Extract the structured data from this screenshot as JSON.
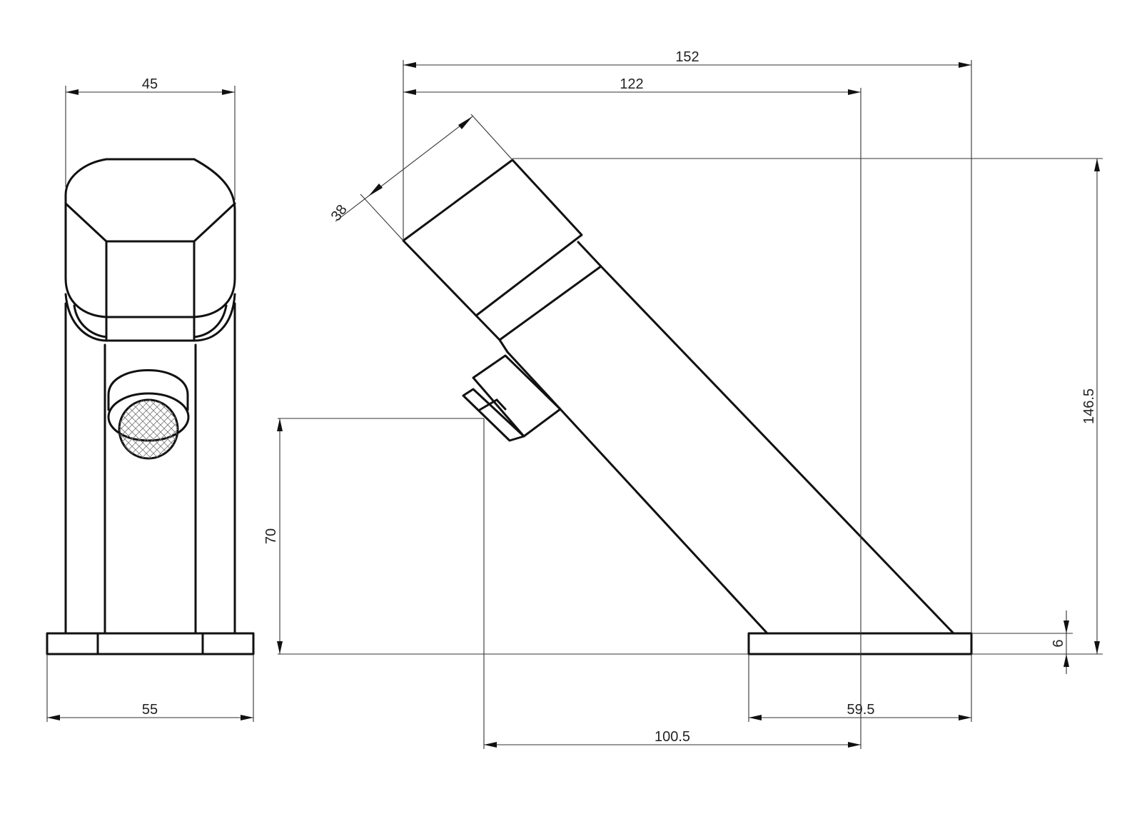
{
  "dimensions": {
    "front_top_width": "45",
    "front_base_width": "55",
    "overall_length": "152",
    "length_to_axis": "122",
    "head_diameter": "38",
    "overall_height": "146.5",
    "spout_height": "70",
    "base_thickness": "6",
    "base_to_axis": "59.5",
    "spout_to_axis": "100.5"
  }
}
